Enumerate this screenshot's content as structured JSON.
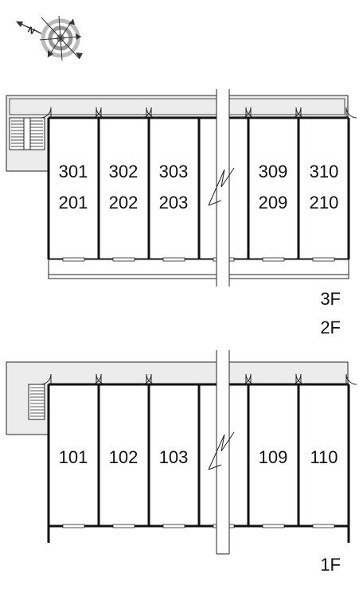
{
  "compass": {
    "north_label": "N"
  },
  "upper_block": {
    "units_top": [
      "301",
      "302",
      "303",
      "309",
      "310"
    ],
    "units_bottom": [
      "201",
      "202",
      "203",
      "209",
      "210"
    ],
    "floor_labels": [
      "3F",
      "2F"
    ]
  },
  "lower_block": {
    "units": [
      "101",
      "102",
      "103",
      "109",
      "110"
    ],
    "floor_label": "1F"
  }
}
